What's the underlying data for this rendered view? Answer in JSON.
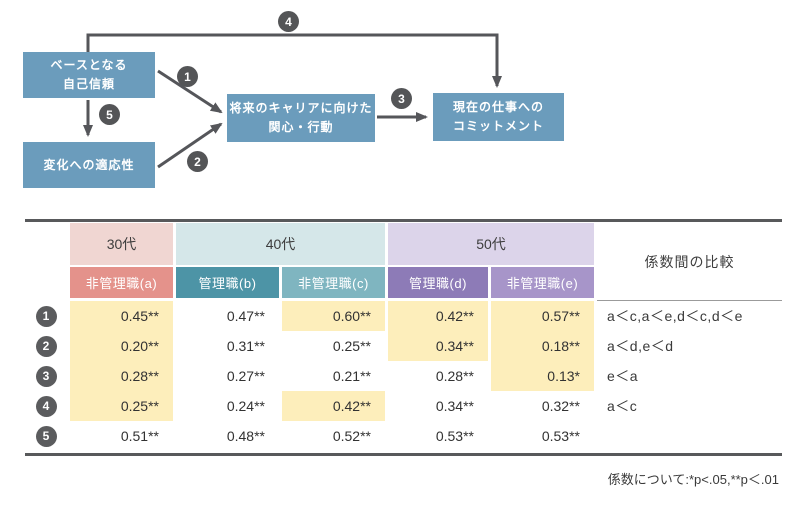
{
  "diagram": {
    "boxes": {
      "self_trust": {
        "line1": "ベースとなる",
        "line2": "自己信頼"
      },
      "adaptability": {
        "line1": "変化への適応性"
      },
      "career_interest": {
        "line1": "将来のキャリアに向けた",
        "line2": "関心・行動"
      },
      "job_commitment": {
        "line1": "現在の仕事への",
        "line2": "コミットメント"
      }
    },
    "badges": {
      "b1": "1",
      "b2": "2",
      "b3": "3",
      "b4": "4",
      "b5": "5"
    },
    "arrows": [
      {
        "no": "1",
        "from": "self_trust",
        "to": "career_interest"
      },
      {
        "no": "2",
        "from": "adaptability",
        "to": "career_interest"
      },
      {
        "no": "3",
        "from": "career_interest",
        "to": "job_commitment"
      },
      {
        "no": "4",
        "from": "self_trust",
        "to": "job_commitment"
      },
      {
        "no": "5",
        "from": "self_trust",
        "to": "adaptability"
      }
    ],
    "colors": {
      "box": "#6b9cbc",
      "arrow": "#55565a",
      "badge": "#545557"
    }
  },
  "table": {
    "age_groups": {
      "g30": "30代",
      "g40": "40代",
      "g50": "50代"
    },
    "sub_columns": [
      "非管理職(a)",
      "管理職(b)",
      "非管理職(c)",
      "管理職(d)",
      "非管理職(e)"
    ],
    "comparison_header": "係数間の比較",
    "rows": [
      {
        "no": "1",
        "values": [
          "0.45**",
          "0.47**",
          "0.60**",
          "0.42**",
          "0.57**"
        ],
        "highlight": [
          true,
          false,
          true,
          true,
          true
        ],
        "comparison": "a＜c,a＜e,d＜c,d＜e"
      },
      {
        "no": "2",
        "values": [
          "0.20**",
          "0.31**",
          "0.25**",
          "0.34**",
          "0.18**"
        ],
        "highlight": [
          true,
          false,
          false,
          true,
          true
        ],
        "comparison": "a＜d,e＜d"
      },
      {
        "no": "3",
        "values": [
          "0.28**",
          "0.27**",
          "0.21**",
          "0.28**",
          "0.13*"
        ],
        "highlight": [
          true,
          false,
          false,
          false,
          true
        ],
        "comparison": "e＜a"
      },
      {
        "no": "4",
        "values": [
          "0.25**",
          "0.24**",
          "0.42**",
          "0.34**",
          "0.32**"
        ],
        "highlight": [
          true,
          false,
          true,
          false,
          false
        ],
        "comparison": "a＜c"
      },
      {
        "no": "5",
        "values": [
          "0.51**",
          "0.48**",
          "0.52**",
          "0.53**",
          "0.53**"
        ],
        "highlight": [
          false,
          false,
          false,
          false,
          false
        ],
        "comparison": ""
      }
    ],
    "colors": {
      "g30_bg": "#f0d6d2",
      "col_a_bg": "#e4928b",
      "g40_bg": "#d5e7e9",
      "col_b_bg": "#4d94a6",
      "col_c_bg": "#7fb5c0",
      "g50_bg": "#dcd4ea",
      "col_d_bg": "#8d7bb7",
      "col_e_bg": "#a795c9",
      "highlight_bg": "#fdeebb",
      "rule": "#58595b"
    },
    "footnote": "係数について:*p<.05,**p＜.01"
  }
}
